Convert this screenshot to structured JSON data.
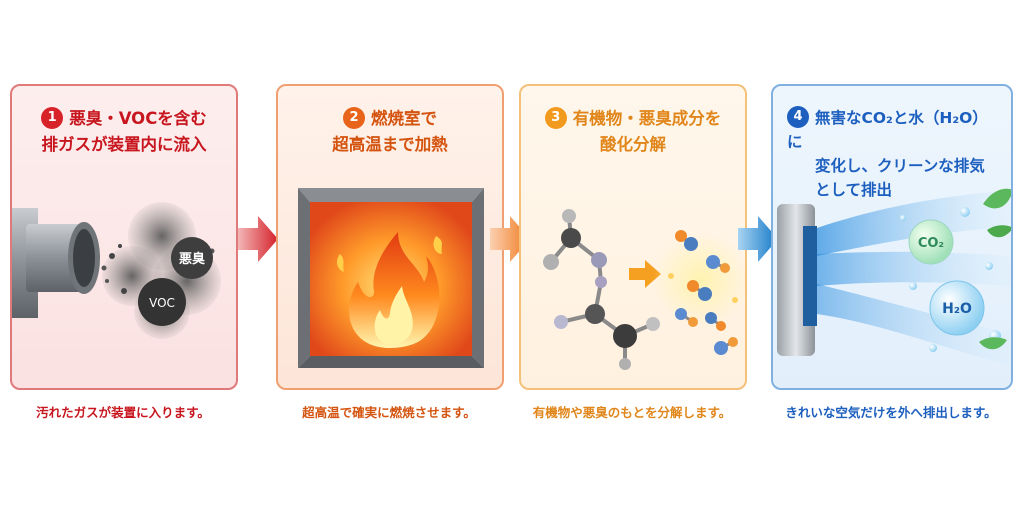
{
  "steps": [
    {
      "number": "1",
      "title_line1": "悪臭・VOCを含む",
      "title_line2": "排ガスが装置内に流入",
      "caption": "汚れたガスが装置に入ります。",
      "labels": {
        "odor": "悪臭",
        "voc": "VOC"
      },
      "accent": "#d8222a"
    },
    {
      "number": "2",
      "title_line1": "燃焼室で",
      "title_line2": "超高温まで加熱",
      "caption": "超高温で確実に燃焼させます。",
      "accent": "#e8641a"
    },
    {
      "number": "3",
      "title_line1": "有機物・悪臭成分を",
      "title_line2": "酸化分解",
      "caption": "有機物や悪臭のもとを分解します。",
      "accent": "#f29a1e"
    },
    {
      "number": "4",
      "title_line1": "無害なCO₂と水（H₂O）に",
      "title_line2": "変化し、クリーンな排気",
      "title_line3": "として排出",
      "caption": "きれいな空気だけを外へ排出します。",
      "labels": {
        "co2": "CO₂",
        "h2o": "H₂O"
      },
      "accent": "#1d5fbf"
    }
  ]
}
